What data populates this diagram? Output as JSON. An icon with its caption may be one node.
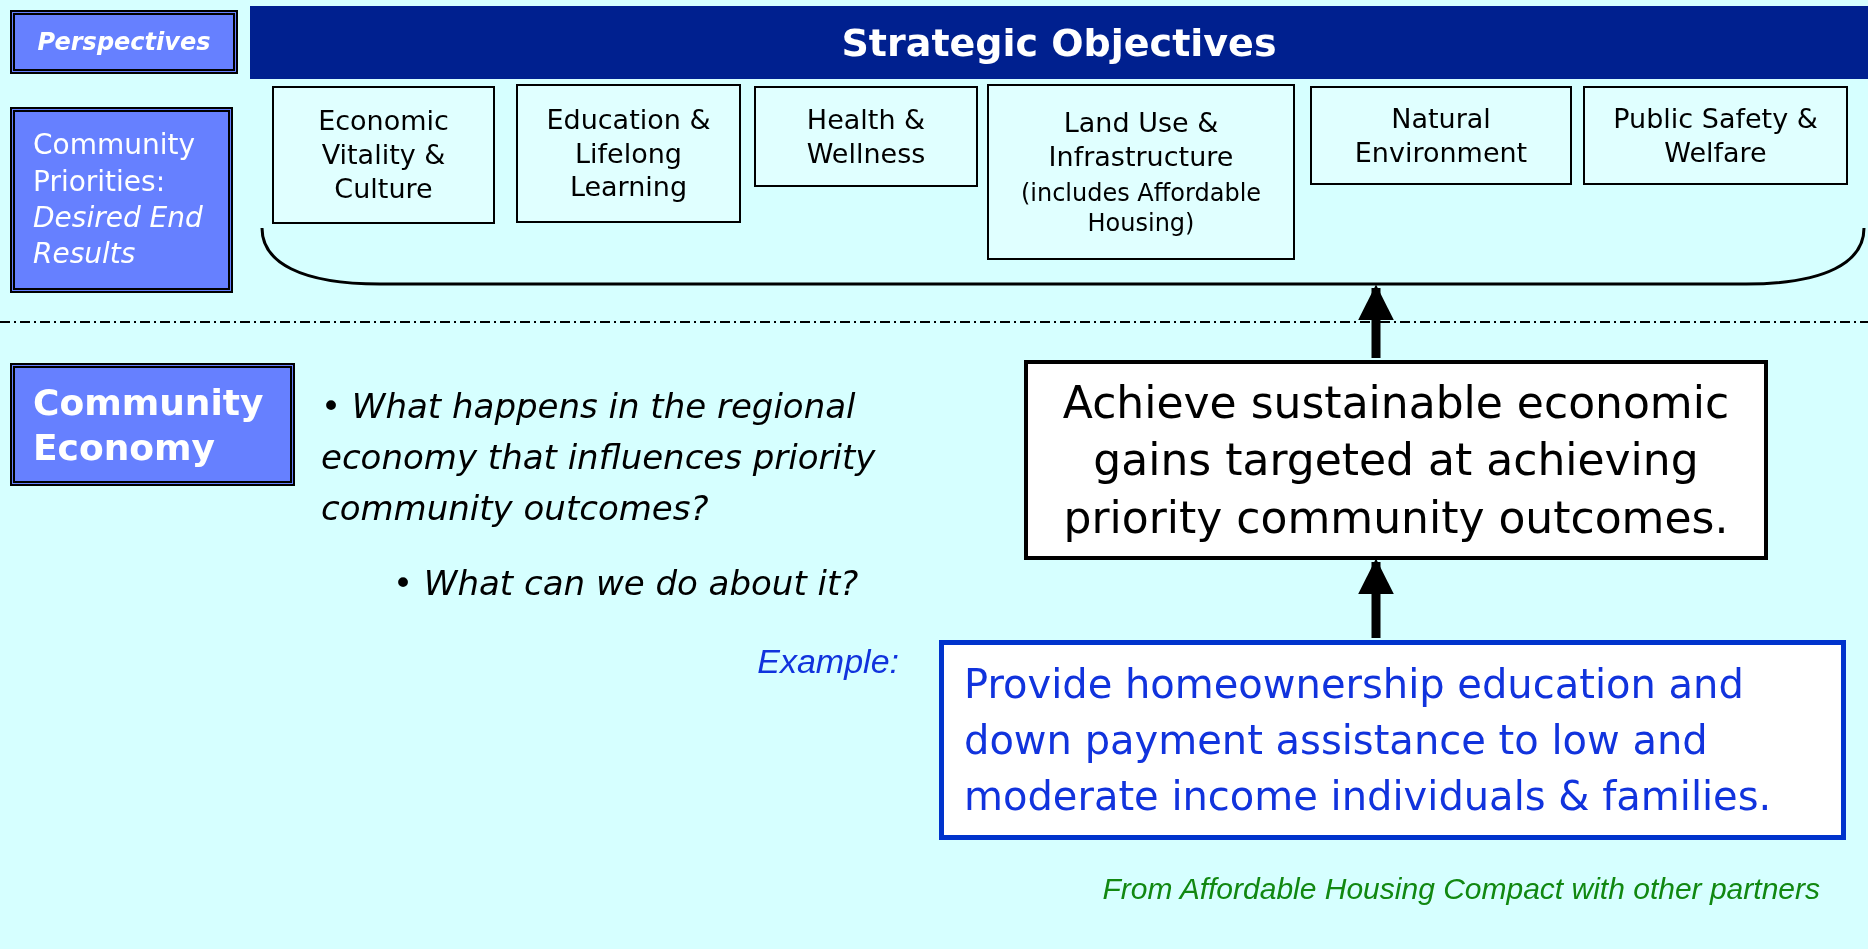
{
  "diagram": {
    "nodes": [
      {
        "text": [
          "Perspectives"
        ]
      },
      {
        "text": [
          "Strategic Objectives"
        ]
      },
      {
        "text": [
          "Community Priorities: *Desired End Results*"
        ]
      },
      {
        "text": [
          "Economic Vitality & Culture"
        ]
      },
      {
        "text": [
          "Education & Lifelong Learning"
        ]
      },
      {
        "text": [
          "Health & Wellness"
        ]
      },
      {
        "text": [
          "Land Use & Infrastructure",
          "(includes Affordable Housing)"
        ]
      },
      {
        "text": [
          "Natural Environment"
        ]
      },
      {
        "text": [
          "Public Safety & Welfare"
        ]
      },
      {
        "text": [],
        "shape": "brace"
      },
      {
        "text": [
          "Community Economy"
        ]
      },
      {
        "text": [
          "Achieve sustainable economic gains targeted at achieving priority community outcomes."
        ]
      },
      {
        "text": [
          "Provide homeownership education and down payment assistance to low and moderate income individuals & families."
        ],
        "beside": [
          "Example:"
        ]
      }
    ],
    "edges": [
      {
        "from": 11,
        "to": 9,
        "arrow": "to"
      },
      {
        "from": 12,
        "to": 11,
        "arrow": "to"
      }
    ],
    "labels": [
      "• What happens in the regional economy that influences priority community outcomes?",
      "• What can we do about it?",
      "From Affordable Housing Compact with other partners"
    ]
  }
}
